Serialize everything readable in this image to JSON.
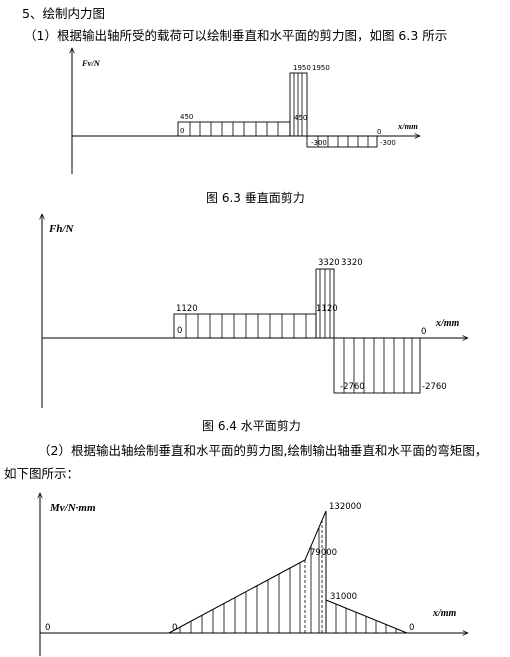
{
  "section_title": "5、绘制内力图",
  "para1": "（1）根据输出轴所受的载荷可以绘制垂直和水平面的剪力图，如图 6.3 所示",
  "fig1": {
    "caption": "图 6.3  垂直面剪力",
    "ylabel": "Fv/N",
    "xlabel": "x/mm",
    "labels": [
      "0",
      "450",
      "1950",
      "1950",
      "450",
      "0",
      "-300",
      "-300"
    ]
  },
  "fig2": {
    "caption": "图 6.4  水平面剪力",
    "ylabel": "Fh/N",
    "xlabel": "x/mm",
    "labels": [
      "1120",
      "0",
      "3320",
      "3320",
      "1120",
      "0",
      "-2760",
      "-2760"
    ]
  },
  "para2": "（2）根据输出轴绘制垂直和水平面的剪力图,绘制输出轴垂直和水平面的弯矩图，",
  "para2b": "如下图所示：",
  "fig3": {
    "ylabel": "Mv/N·mm",
    "xlabel": "x/mm",
    "labels": [
      "0",
      "0",
      "132000",
      "79000",
      "31000",
      "0"
    ]
  }
}
